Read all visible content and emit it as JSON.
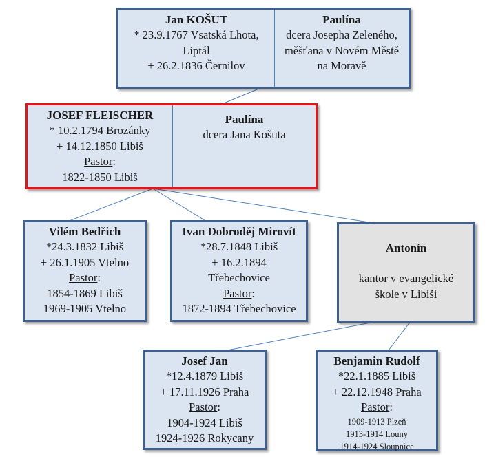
{
  "top": {
    "left": {
      "name": "Jan KOŠUT",
      "lines": [
        "* 23.9.1767 Vsatská Lhota,",
        "Liptál",
        "+ 26.2.1836 Černilov"
      ]
    },
    "right": {
      "name": "Paulína",
      "lines": [
        "dcera Josepha Zeleného,",
        "měšťana v Novém Městě",
        "na Moravě"
      ]
    }
  },
  "main": {
    "left": {
      "name": "JOSEF FLEISCHER",
      "born": "* 10.2.1794 Brozánky",
      "died": "+ 14.12.1850 Libiš",
      "role": "Pastor",
      "role_suffix": ":",
      "service": [
        "1822-1850 Libiš"
      ]
    },
    "right": {
      "name": "Paulína",
      "lines": [
        "dcera Jana Košuta"
      ]
    }
  },
  "children": [
    {
      "name": "Vilém Bedřich",
      "born": "*24.3.1832 Libiš",
      "died": "+ 26.1.1905 Vtelno",
      "role": "Pastor",
      "role_suffix": ":",
      "service": [
        "1854-1869 Libiš",
        "1969-1905 Vtelno"
      ]
    },
    {
      "name": "Ivan Dobroděj Mirovít",
      "born": "*28.7.1848 Libiš",
      "died": "+ 16.2.1894",
      "place": "Třebechovice",
      "role": "Pastor",
      "role_suffix": ":",
      "service": [
        "1872-1894 Třebechovice"
      ]
    },
    {
      "name": "Antonín",
      "lines": [
        "kantor v evangelické",
        "škole v Libiši"
      ]
    }
  ],
  "grandchildren": [
    {
      "name": "Josef Jan",
      "born": "*12.4.1879 Libiš",
      "died": "+ 17.11.1926 Praha",
      "role": "Pastor",
      "role_suffix": ":",
      "service": [
        "1904-1924 Libiš",
        "1924-1926 Rokycany"
      ]
    },
    {
      "name": "Benjamin Rudolf",
      "born": "*22.1.1885 Libiš",
      "died": "+ 22.12.1948 Praha",
      "role": "Pastor",
      "role_suffix": ":",
      "service": [
        "1909-1913 Plzeň",
        "1913-1914 Louny",
        "1914-1924 Sloupnice"
      ]
    }
  ],
  "colors": {
    "box_fill": "#dbe5f1",
    "box_border": "#3f5f8f",
    "highlight_border": "#e3151a",
    "neutral_fill": "#e2e2e2",
    "connector": "#4f81bd"
  }
}
